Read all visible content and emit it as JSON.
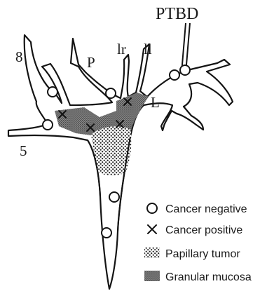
{
  "labels": {
    "seg8": "8",
    "segP": "P",
    "seg1r": "lr",
    "seg11": "ll",
    "segL": "L",
    "seg5": "5",
    "ptbd": "PTBD"
  },
  "legend": {
    "cancer_negative": "Cancer negative",
    "cancer_positive": "Cancer positive",
    "papillary_tumor": "Papillary tumor",
    "granular_mucosa": "Granular mucosa"
  },
  "colors": {
    "line": "#141414",
    "granular": "#7a7a7a",
    "papillary_dot": "#1e1e1e"
  }
}
